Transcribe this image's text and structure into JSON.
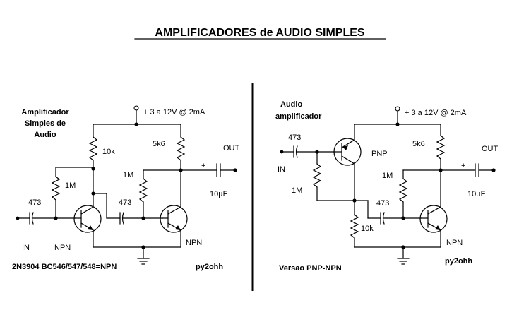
{
  "title": "AMPLIFICADORES de AUDIO SIMPLES",
  "left": {
    "heading": [
      "Amplificador",
      "Simples de",
      "Audio"
    ],
    "supply": "+ 3 a 12V @ 2mA",
    "r_collector_q1": "10k",
    "r_collector_q2": "5k6",
    "r_bias_q1": "1M",
    "r_bias_q2": "1M",
    "c_in": "473",
    "c_couple": "473",
    "c_out": "10µF",
    "c_out_plus": "+",
    "out_label": "OUT",
    "in_label": "IN",
    "q1_type": "NPN",
    "q2_type": "NPN",
    "parts": "2N3904  BC546/547/548=NPN",
    "author": "py2ohh"
  },
  "right": {
    "heading": [
      "Audio",
      "amplificador"
    ],
    "supply": "+ 3 a 12V @ 2mA",
    "c_in": "473",
    "in_label": "IN",
    "q1_type": "PNP",
    "r_bias_q1": "1M",
    "r_collector_q2": "5k6",
    "r_bias_q2": "1M",
    "c_couple": "473",
    "r_emitter_q1": "10k",
    "c_out": "10µF",
    "c_out_plus": "+",
    "out_label": "OUT",
    "q2_type": "NPN",
    "version": "Versao PNP-NPN",
    "author": "py2ohh"
  }
}
